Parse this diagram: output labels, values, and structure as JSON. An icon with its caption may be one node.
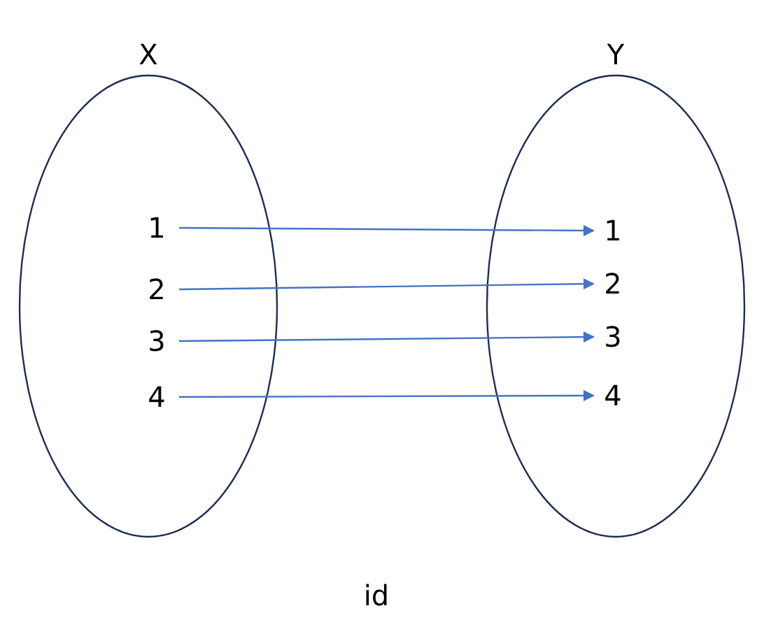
{
  "diagram": {
    "caption": "id",
    "nodes": [
      {
        "text": [
          "X"
        ]
      },
      {
        "text": [
          "1"
        ],
        "in": 0
      },
      {
        "text": [
          "2"
        ],
        "in": 0
      },
      {
        "text": [
          "3"
        ],
        "in": 0
      },
      {
        "text": [
          "4"
        ],
        "in": 0
      },
      {
        "text": [
          "Y"
        ]
      },
      {
        "text": [
          "1"
        ],
        "in": 5
      },
      {
        "text": [
          "2"
        ],
        "in": 5
      },
      {
        "text": [
          "3"
        ],
        "in": 5
      },
      {
        "text": [
          "4"
        ],
        "in": 5
      }
    ],
    "edges": [
      {
        "from": 1,
        "to": 6,
        "arrow": "to"
      },
      {
        "from": 2,
        "to": 7,
        "arrow": "to"
      },
      {
        "from": 3,
        "to": 8,
        "arrow": "to"
      },
      {
        "from": 4,
        "to": 9,
        "arrow": "to"
      }
    ]
  }
}
